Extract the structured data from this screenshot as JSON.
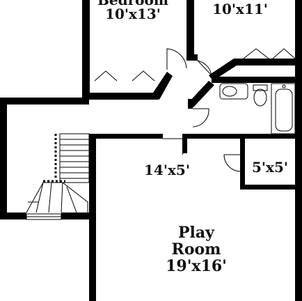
{
  "rooms": {
    "bedroom_left": {
      "name": "Bedroom",
      "size": "10'x13'"
    },
    "bedroom_right": {
      "size": "10'x11'"
    },
    "hall": {
      "size": "14'x5'"
    },
    "closet": {
      "size": "5'x5'"
    },
    "play_room": {
      "line1": "Play",
      "line2": "Room",
      "size": "19'x16'"
    }
  }
}
